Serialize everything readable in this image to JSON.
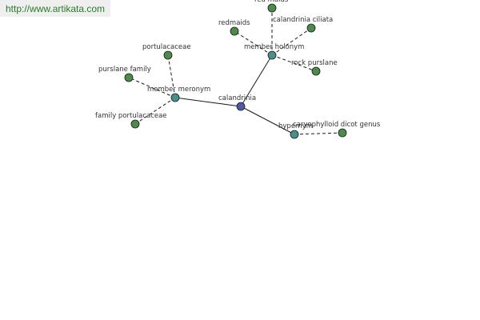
{
  "banner": {
    "url_text": "http://www.artikata.com"
  },
  "colors": {
    "center": "#4f59a6",
    "relation": "#4a8f8c",
    "term": "#4e8a49",
    "edge": "#1a1a1a",
    "banner_bg": "#efefef",
    "link": "#2a7a2a"
  },
  "graph": {
    "center": {
      "id": "calandrinia",
      "label": "calandrinia"
    },
    "relations": [
      {
        "id": "member-holonym",
        "label": "member holonym"
      },
      {
        "id": "member-meronym",
        "label": "member meronym"
      },
      {
        "id": "hypernym",
        "label": "hypernym"
      }
    ],
    "terms": [
      {
        "id": "red-maids",
        "label": "red maids",
        "relation": "member-holonym"
      },
      {
        "id": "redmaids",
        "label": "redmaids",
        "relation": "member-holonym"
      },
      {
        "id": "calandrinia-ciliata",
        "label": "calandrinia ciliata",
        "relation": "member-holonym"
      },
      {
        "id": "rock-purslane",
        "label": "rock purslane",
        "relation": "member-holonym"
      },
      {
        "id": "portulacaceae",
        "label": "portulacaceae",
        "relation": "member-meronym"
      },
      {
        "id": "purslane-family",
        "label": "purslane family",
        "relation": "member-meronym"
      },
      {
        "id": "family-portulacaceae",
        "label": "family portulacaceae",
        "relation": "member-meronym"
      },
      {
        "id": "caryophylloid-dicot-genus",
        "label": "caryophylloid dicot genus",
        "relation": "hypernym"
      }
    ]
  }
}
